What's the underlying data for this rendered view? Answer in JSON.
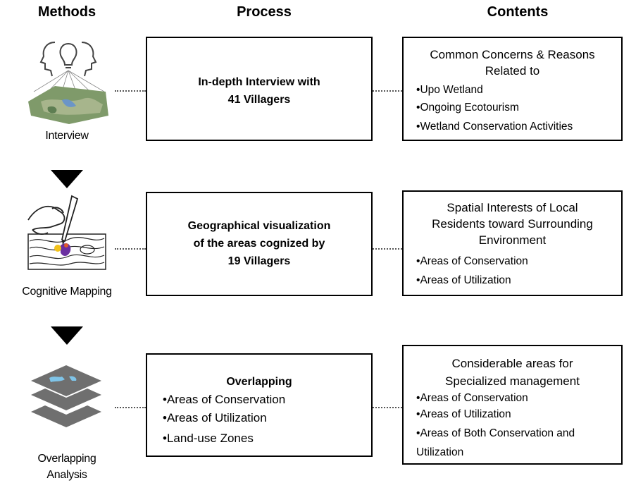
{
  "headers": {
    "methods": "Methods",
    "process": "Process",
    "contents": "Contents"
  },
  "rows": [
    {
      "method": "Interview",
      "process": {
        "title_lines": [
          "In-depth Interview with",
          "41 Villagers"
        ],
        "bullets": []
      },
      "contents": {
        "title_lines": [
          "Common Concerns & Reasons",
          "Related to"
        ],
        "bullets": [
          "Upo Wetland",
          "Ongoing Ecotourism",
          "Wetland Conservation Activities"
        ]
      }
    },
    {
      "method": "Cognitive Mapping",
      "process": {
        "title_lines": [
          "Geographical visualization",
          "of the areas cognized by",
          "19 Villagers"
        ],
        "bullets": []
      },
      "contents": {
        "title_lines": [
          "Spatial Interests of Local",
          "Residents toward Surrounding",
          "Environment"
        ],
        "bullets": [
          "Areas of Conservation",
          "Areas of Utilization"
        ]
      }
    },
    {
      "method_lines": [
        "Overlapping",
        "Analysis"
      ],
      "process": {
        "title_lines": [
          "Overlapping"
        ],
        "bullets": [
          "Areas of Conservation",
          "Areas of Utilization",
          "Land-use Zones"
        ]
      },
      "contents": {
        "title_lines": [
          "Considerable areas for",
          "Specialized management"
        ],
        "bullets": [
          "Areas of Conservation",
          "Areas of Utilization",
          "Areas of Both Conservation and"
        ],
        "continuation": "Utilization"
      }
    }
  ],
  "icons": [
    "interview-head-map-icon",
    "hand-drawing-map-icon",
    "stacked-layers-icon"
  ]
}
